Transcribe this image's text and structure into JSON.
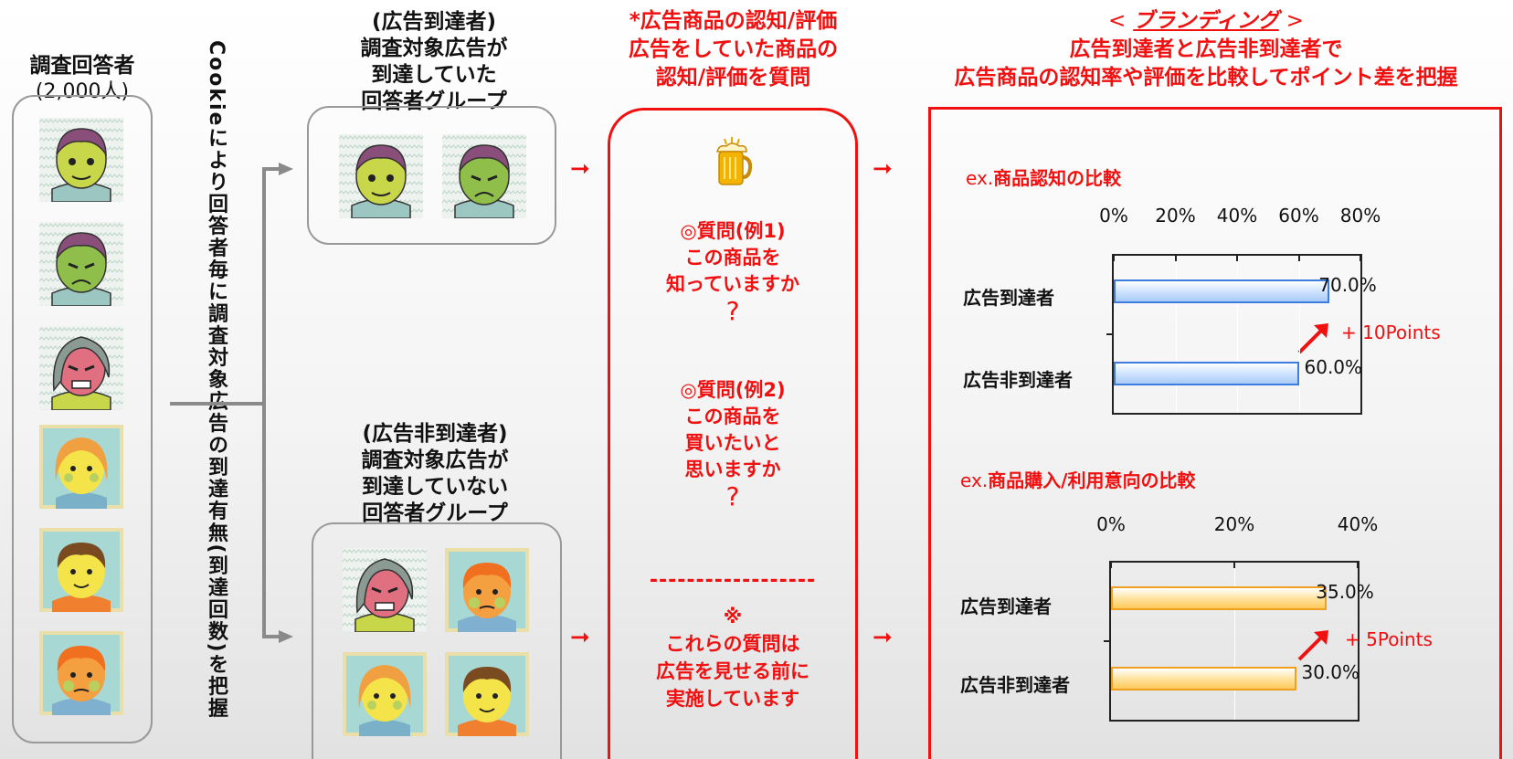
{
  "left": {
    "title": "調査回答者",
    "count": "(2,000人)"
  },
  "vertical_text": "Cookieにより回答者毎に調査対象広告の到達有無(到達回数)を把握",
  "group_reached": {
    "lines": [
      "(広告到達者)",
      "調査対象広告が",
      "到達していた",
      "回答者グループ"
    ]
  },
  "group_not_reached": {
    "lines": [
      "(広告非到達者)",
      "調査対象広告が",
      "到達していない",
      "回答者グループ"
    ]
  },
  "survey": {
    "header": [
      "*広告商品の認知/評価",
      "広告をしていた商品の",
      "認知/評価を質問"
    ],
    "icon": "beer-mug-icon",
    "q1": [
      "◎質問(例1)",
      "この商品を",
      "知っていますか",
      "?"
    ],
    "q2": [
      "◎質問(例2)",
      "この商品を",
      "買いたいと",
      "思いますか",
      "?"
    ],
    "divider": "------------------",
    "note": [
      "※",
      "これらの質問は",
      "広告を見せる前に",
      "実施しています"
    ]
  },
  "branding": {
    "title_open": "<",
    "title_link": "ブランディング",
    "title_close": ">",
    "line2": "広告到達者と広告非到達者で",
    "line3": "広告商品の認知率や評価を比較してポイント差を把握"
  },
  "arrow_glyph": "➞",
  "colors": {
    "accent_red": "#f01010",
    "bar_blue": "#a9cbf6",
    "bar_orange": "#ffc95a"
  },
  "chart_data": [
    {
      "type": "bar",
      "title": "ex.商品認知の比較",
      "categories": [
        "広告到達者",
        "広告非到達者"
      ],
      "values": [
        70.0,
        60.0
      ],
      "value_labels": [
        "70.0%",
        "60.0%"
      ],
      "xlim": [
        0,
        80
      ],
      "ticks": [
        "0%",
        "20%",
        "40%",
        "60%",
        "80%"
      ],
      "annotation": "+ 10Points",
      "orientation": "horizontal"
    },
    {
      "type": "bar",
      "title": "ex.商品購入/利用意向の比較",
      "categories": [
        "広告到達者",
        "広告非到達者"
      ],
      "values": [
        35.0,
        30.0
      ],
      "value_labels": [
        "35.0%",
        "30.0%"
      ],
      "xlim": [
        0,
        40
      ],
      "ticks": [
        "0%",
        "20%",
        "40%"
      ],
      "annotation": "+ 5Points",
      "orientation": "horizontal"
    }
  ]
}
